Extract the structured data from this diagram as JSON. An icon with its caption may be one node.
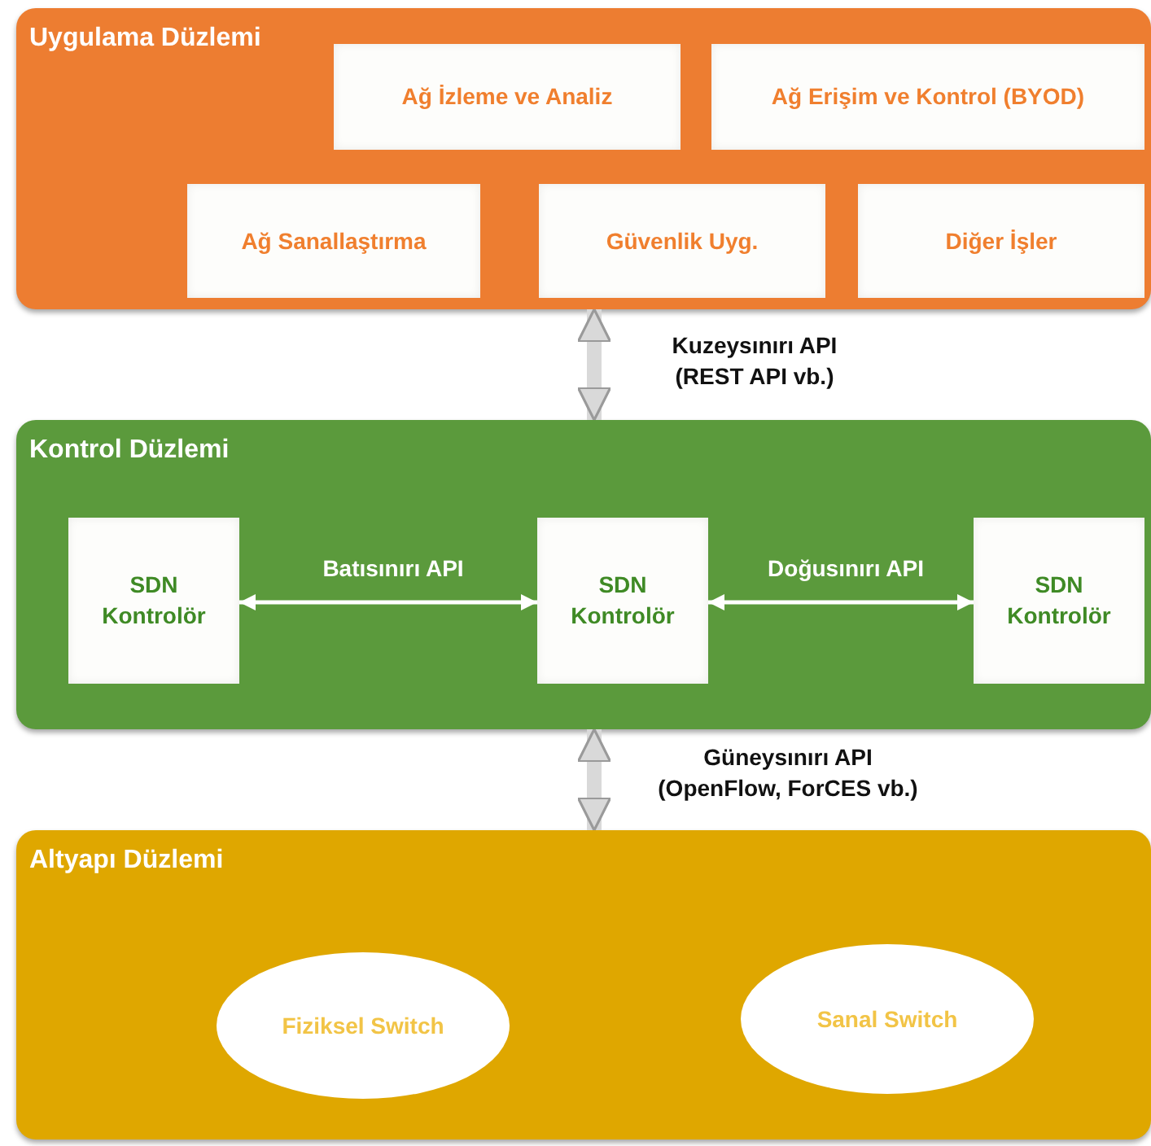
{
  "diagram": {
    "nodes": [
      {
        "text": [
          "Uygulama Düzlemi"
        ]
      },
      {
        "text": [
          "Ağ İzleme ve Analiz"
        ],
        "in": 0
      },
      {
        "text": [
          "Ağ Erişim ve Kontrol (BYOD)"
        ],
        "in": 0
      },
      {
        "text": [
          "Ağ Sanallaştırma"
        ],
        "in": 0
      },
      {
        "text": [
          "Güvenlik Uyg."
        ],
        "in": 0
      },
      {
        "text": [
          "Diğer İşler"
        ],
        "in": 0
      },
      {
        "text": [
          "Kontrol Düzlemi"
        ]
      },
      {
        "text": [
          "SDN Kontrolör"
        ],
        "in": 6
      },
      {
        "text": [
          "SDN Kontrolör"
        ],
        "in": 6
      },
      {
        "text": [
          "SDN Kontrolör"
        ],
        "in": 6
      },
      {
        "text": [
          "Altyapı Düzlemi"
        ]
      },
      {
        "text": [
          "Fiziksel Switch"
        ],
        "in": 10
      },
      {
        "text": [
          "Sanal Switch"
        ],
        "in": 10
      }
    ],
    "edges": [
      {
        "from": 0,
        "to": 6,
        "arrow": "both",
        "label": "Kuzeysınırı API (REST API vb.)",
        "style": "thick",
        "color": "#d9d9d9"
      },
      {
        "from": 7,
        "to": 8,
        "arrow": "both",
        "label": "Batısınırı API"
      },
      {
        "from": 8,
        "to": 9,
        "arrow": "both",
        "label": "Doğusınırı API"
      },
      {
        "from": 6,
        "to": 10,
        "arrow": "both",
        "label": "Güneysınırı API (OpenFlow, ForCES vb.)",
        "style": "thick",
        "color": "#d9d9d9"
      }
    ]
  }
}
